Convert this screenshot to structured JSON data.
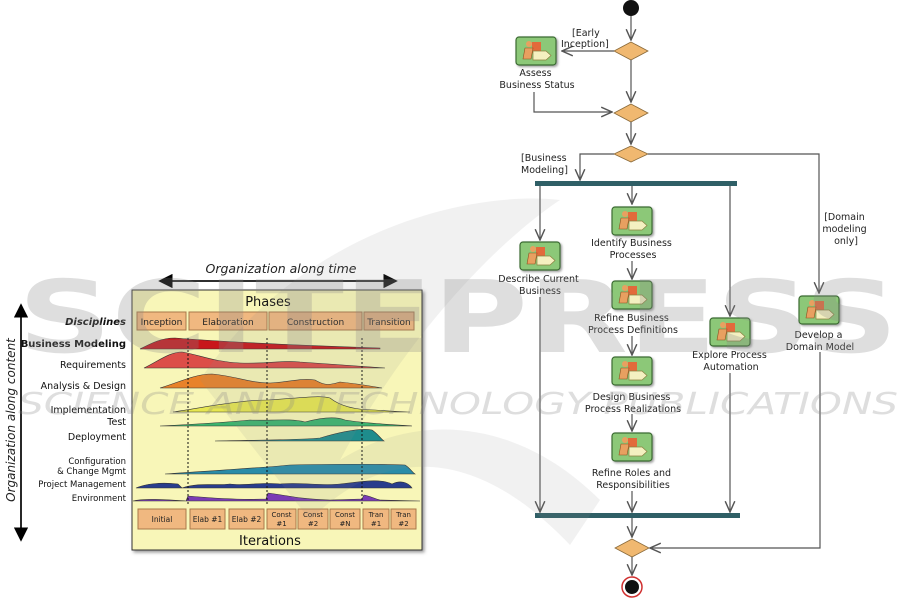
{
  "rup": {
    "time_axis_label": "Organization along time",
    "content_axis_label": "Organization along content",
    "phases_title": "Phases",
    "disciplines_label": "Disciplines",
    "iterations_title": "Iterations",
    "phases": [
      "Inception",
      "Elaboration",
      "Construction",
      "Transition"
    ],
    "disciplines": [
      {
        "name": "Business Modeling",
        "color": "#c8161b"
      },
      {
        "name": "Requirements",
        "color": "#dc4e48"
      },
      {
        "name": "Analysis & Design",
        "color": "#e8822a"
      },
      {
        "name": "Implementation",
        "color": "#e6e650"
      },
      {
        "name": "Test",
        "color": "#3cb46e"
      },
      {
        "name": "Deployment",
        "color": "#1e8c8c"
      },
      {
        "name": "Configuration",
        "color": "#2a8ca8"
      },
      {
        "name": "& Change Mgmt",
        "color": "#2a8ca8"
      },
      {
        "name": "Project Management",
        "color": "#283c8c"
      },
      {
        "name": "Environment",
        "color": "#7a3cb4"
      }
    ],
    "iterations": [
      [
        "Initial"
      ],
      [
        "Elab #1"
      ],
      [
        "Elab #2"
      ],
      [
        "Const",
        "#1"
      ],
      [
        "Const",
        "#2"
      ],
      [
        "Const",
        "#N"
      ],
      [
        "Tran",
        "#1"
      ],
      [
        "Tran",
        "#2"
      ]
    ],
    "colors": {
      "panel": "#f8f6b8",
      "box": "#f0b880",
      "box_border": "#a8784a"
    }
  },
  "activity": {
    "guards": {
      "early_inception": [
        "[Early",
        "Inception]"
      ],
      "business_modeling": [
        "[Business",
        "Modeling]"
      ],
      "domain_modeling": [
        "[Domain",
        "modeling",
        "only]"
      ]
    },
    "activities": {
      "assess": [
        "Assess",
        "Business Status"
      ],
      "describe": [
        "Describe Current",
        "Business"
      ],
      "identify": [
        "Identify Business",
        "Processes"
      ],
      "refine_defs": [
        "Refine Business",
        "Process Definitions"
      ],
      "design": [
        "Design Business",
        "Process Realizations"
      ],
      "refine_roles": [
        "Refine Roles and",
        "Responsibilities"
      ],
      "explore": [
        "Explore Process",
        "Automation"
      ],
      "develop": [
        "Develop a",
        "Domain Model"
      ]
    },
    "colors": {
      "activity_fill": "#8cc878",
      "decision": "#f0b870",
      "bar": "#2f5f66"
    }
  },
  "watermark": {
    "line1": "SCITEPRESS",
    "line2": "SCIENCE AND TECHNOLOGY PUBLICATIONS"
  }
}
